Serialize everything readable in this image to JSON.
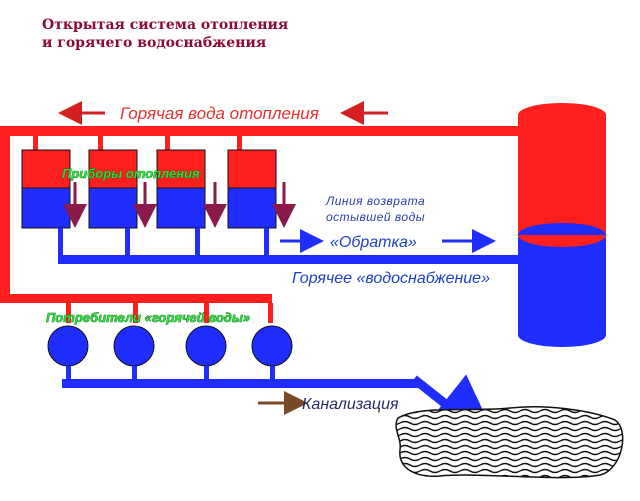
{
  "title": {
    "line1": "Открытая система отопления",
    "line2": "и горячего водоснабжения"
  },
  "labels": {
    "hot_heating": "Горячая вода отопления",
    "heaters": "Приборы отопления",
    "return_line_1": "Линия возврата",
    "return_line_2": "остывшей воды",
    "return_name": "«Обратка»",
    "hot_supply": "Горячее «водоснабжение»",
    "consumers": "Потребители «горячей воды»",
    "sewer": "Канализация"
  },
  "colors": {
    "hot": "#ff1f1f",
    "cold": "#1f2dff",
    "arrow_red": "#d42020",
    "arrow_brown": "#7a4a28",
    "arrow_purple": "#8a1a4a",
    "title": "#8a0a3a"
  }
}
